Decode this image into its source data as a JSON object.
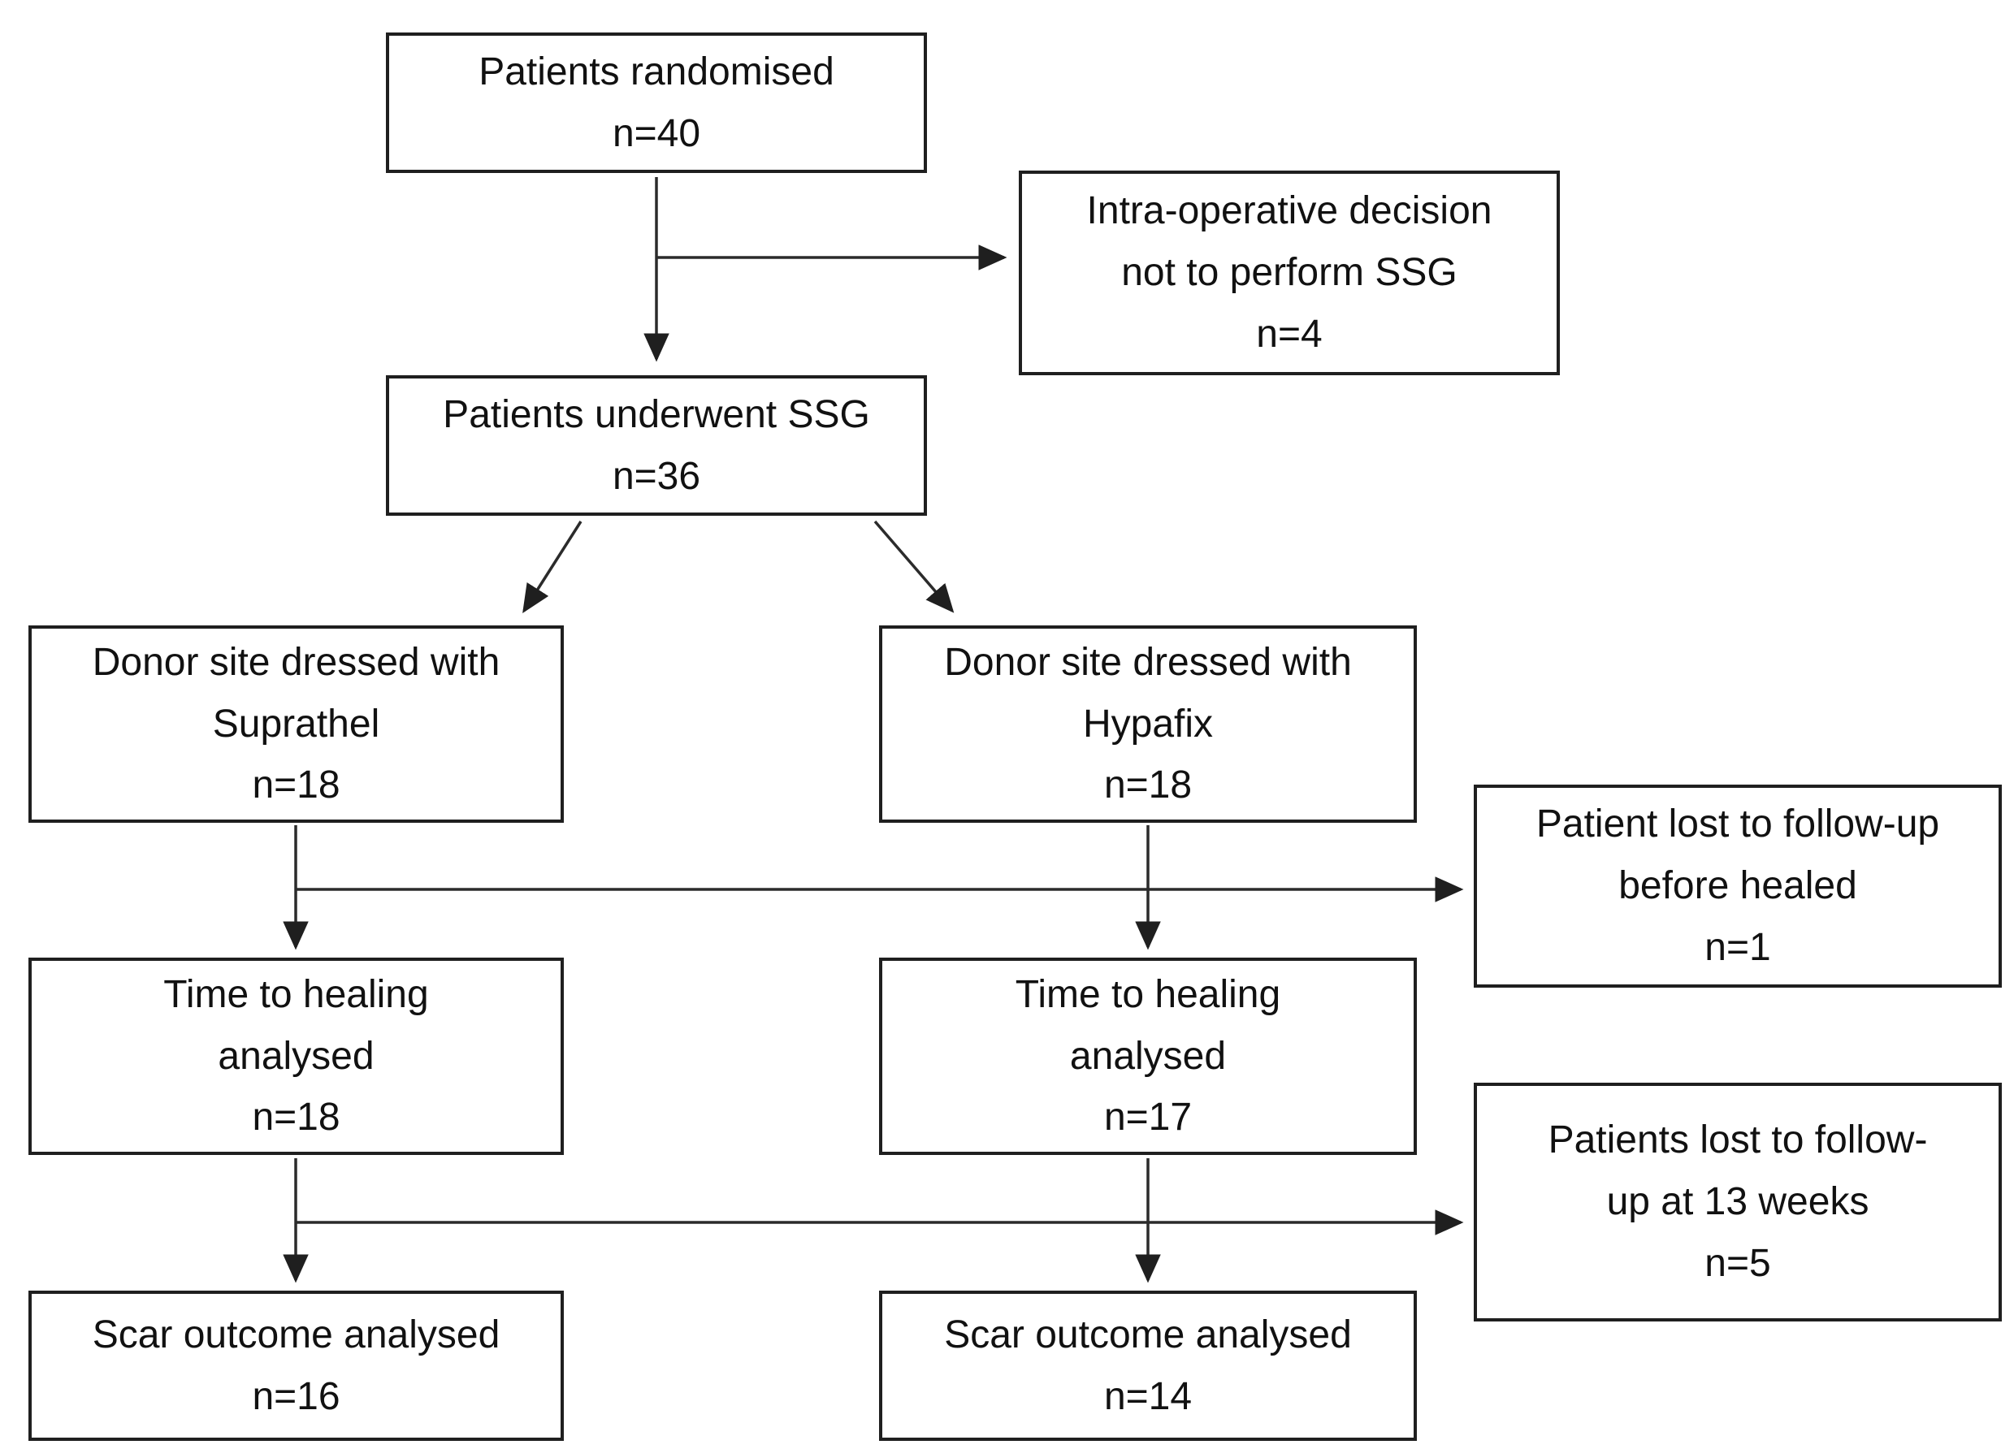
{
  "diagram": {
    "kind": "patient-flow-consort",
    "background_color": "#ffffff",
    "box_border_color": "#1f1f1f",
    "text_color": "#111111",
    "arrow_color": "#2b2b2b"
  },
  "nodes": {
    "randomised": {
      "lines": [
        "Patients randomised"
      ],
      "count": "n=40"
    },
    "intraop": {
      "lines": [
        "Intra-operative decision",
        "not to perform SSG"
      ],
      "count": "n=4"
    },
    "underwent": {
      "lines": [
        "Patients underwent SSG"
      ],
      "count": "n=36"
    },
    "suprathel": {
      "lines": [
        "Donor site dressed with",
        "Suprathel"
      ],
      "count": "n=18"
    },
    "hypafix": {
      "lines": [
        "Donor site dressed with",
        "Hypafix"
      ],
      "count": "n=18"
    },
    "lost_before_healed": {
      "lines": [
        "Patient lost to follow-up",
        "before healed"
      ],
      "count": "n=1"
    },
    "healing_suprathel": {
      "lines": [
        "Time to healing",
        "analysed"
      ],
      "count": "n=18"
    },
    "healing_hypafix": {
      "lines": [
        "Time to healing",
        "analysed"
      ],
      "count": "n=17"
    },
    "lost_13_weeks": {
      "lines": [
        "Patients lost to follow-",
        "up at 13 weeks"
      ],
      "count": "n=5"
    },
    "scar_suprathel": {
      "lines": [
        "Scar outcome analysed"
      ],
      "count": "n=16"
    },
    "scar_hypafix": {
      "lines": [
        "Scar outcome analysed"
      ],
      "count": "n=14"
    }
  },
  "edges": [
    {
      "from": "randomised",
      "to": "underwent"
    },
    {
      "from": "randomised",
      "to": "intraop"
    },
    {
      "from": "underwent",
      "to": "suprathel"
    },
    {
      "from": "underwent",
      "to": "hypafix"
    },
    {
      "from": "suprathel",
      "to": "healing_suprathel"
    },
    {
      "from": "suprathel",
      "to": "lost_before_healed"
    },
    {
      "from": "hypafix",
      "to": "healing_hypafix"
    },
    {
      "from": "healing_suprathel",
      "to": "scar_suprathel"
    },
    {
      "from": "healing_suprathel",
      "to": "lost_13_weeks"
    },
    {
      "from": "healing_hypafix",
      "to": "scar_hypafix"
    }
  ]
}
